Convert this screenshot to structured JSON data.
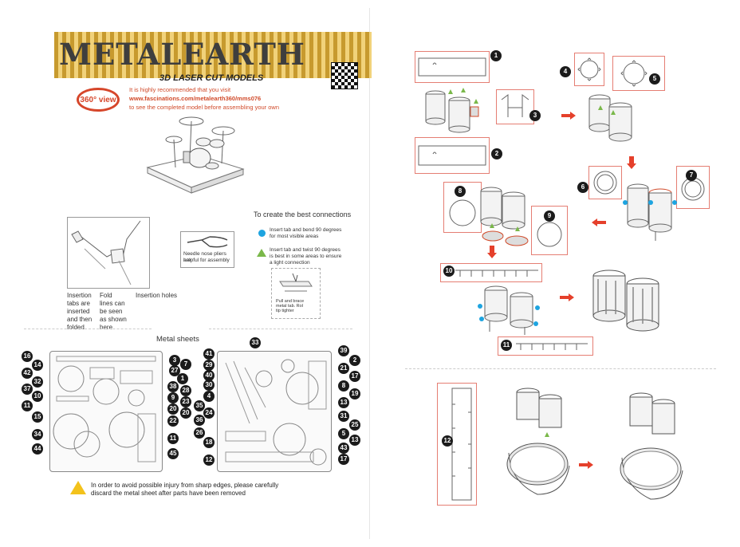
{
  "header": {
    "logo_text": "METALEARTH",
    "tagline": "3D LASER CUT MODELS",
    "view360": "360° view",
    "web_line1": "It is highly recommended that you visit",
    "web_line2": "www.fascinations.com/metalearth360/mms076",
    "web_line3": "to see the completed model before assembling your own"
  },
  "connections": {
    "title": "To create the best connections",
    "blue_line1": "Insert tab and bend 90 degrees",
    "blue_line2": "for most visible areas",
    "green_line1": "Insert tab and twist 90 degrees",
    "green_line2": "is best in some areas to ensure",
    "green_line3": "a light connection",
    "pull_note1": "Pull and brace",
    "pull_note2": "metal tab. Rol",
    "pull_note3": "tip tighter"
  },
  "pliers_note": {
    "line1": "Needle nose pliers are",
    "line2": "helpful for assembly"
  },
  "tabs_labels": {
    "c1": [
      "Insertion",
      "tabs are",
      "inserted",
      "and then",
      "folded"
    ],
    "c2": [
      "Fold",
      "lines can",
      "be seen",
      "as shown",
      "here"
    ],
    "c3": [
      "Insertion holes"
    ]
  },
  "metal_sheets": {
    "title": "Metal sheets",
    "sheet1_left": [
      "16",
      "14",
      "42",
      "32",
      "37",
      "10",
      "11",
      "15",
      "34",
      "44"
    ],
    "sheet1_right": [
      "3",
      "27",
      "1",
      "38",
      "9",
      "20",
      "22",
      "11",
      "45"
    ],
    "sheet2_left": [
      "41",
      "29",
      "40",
      "30",
      "4",
      "35",
      "24",
      "36",
      "26",
      "18",
      "12"
    ],
    "sheet2_top": "33",
    "sheet2_right": [
      "39",
      "2",
      "21",
      "17",
      "8",
      "19",
      "13",
      "31",
      "25",
      "5",
      "13",
      "43",
      "17"
    ],
    "middle_col": [
      "28",
      "23",
      "20",
      "7"
    ]
  },
  "warning": {
    "line1": "In order to avoid possible injury from sharp edges, please carefully",
    "line2": "discard the metal sheet after parts have been removed"
  },
  "steps": {
    "n1": "1",
    "n2": "2",
    "n3": "3",
    "n4": "4",
    "n5": "5",
    "n6": "6",
    "n7": "7",
    "n8": "8",
    "n9": "9",
    "n10": "10",
    "n11": "11",
    "n12": "12"
  },
  "colors": {
    "accent_red": "#e5402b",
    "box_border": "#e57e73",
    "blue_dot": "#1ea4e0",
    "green_tri": "#7ab84a"
  }
}
